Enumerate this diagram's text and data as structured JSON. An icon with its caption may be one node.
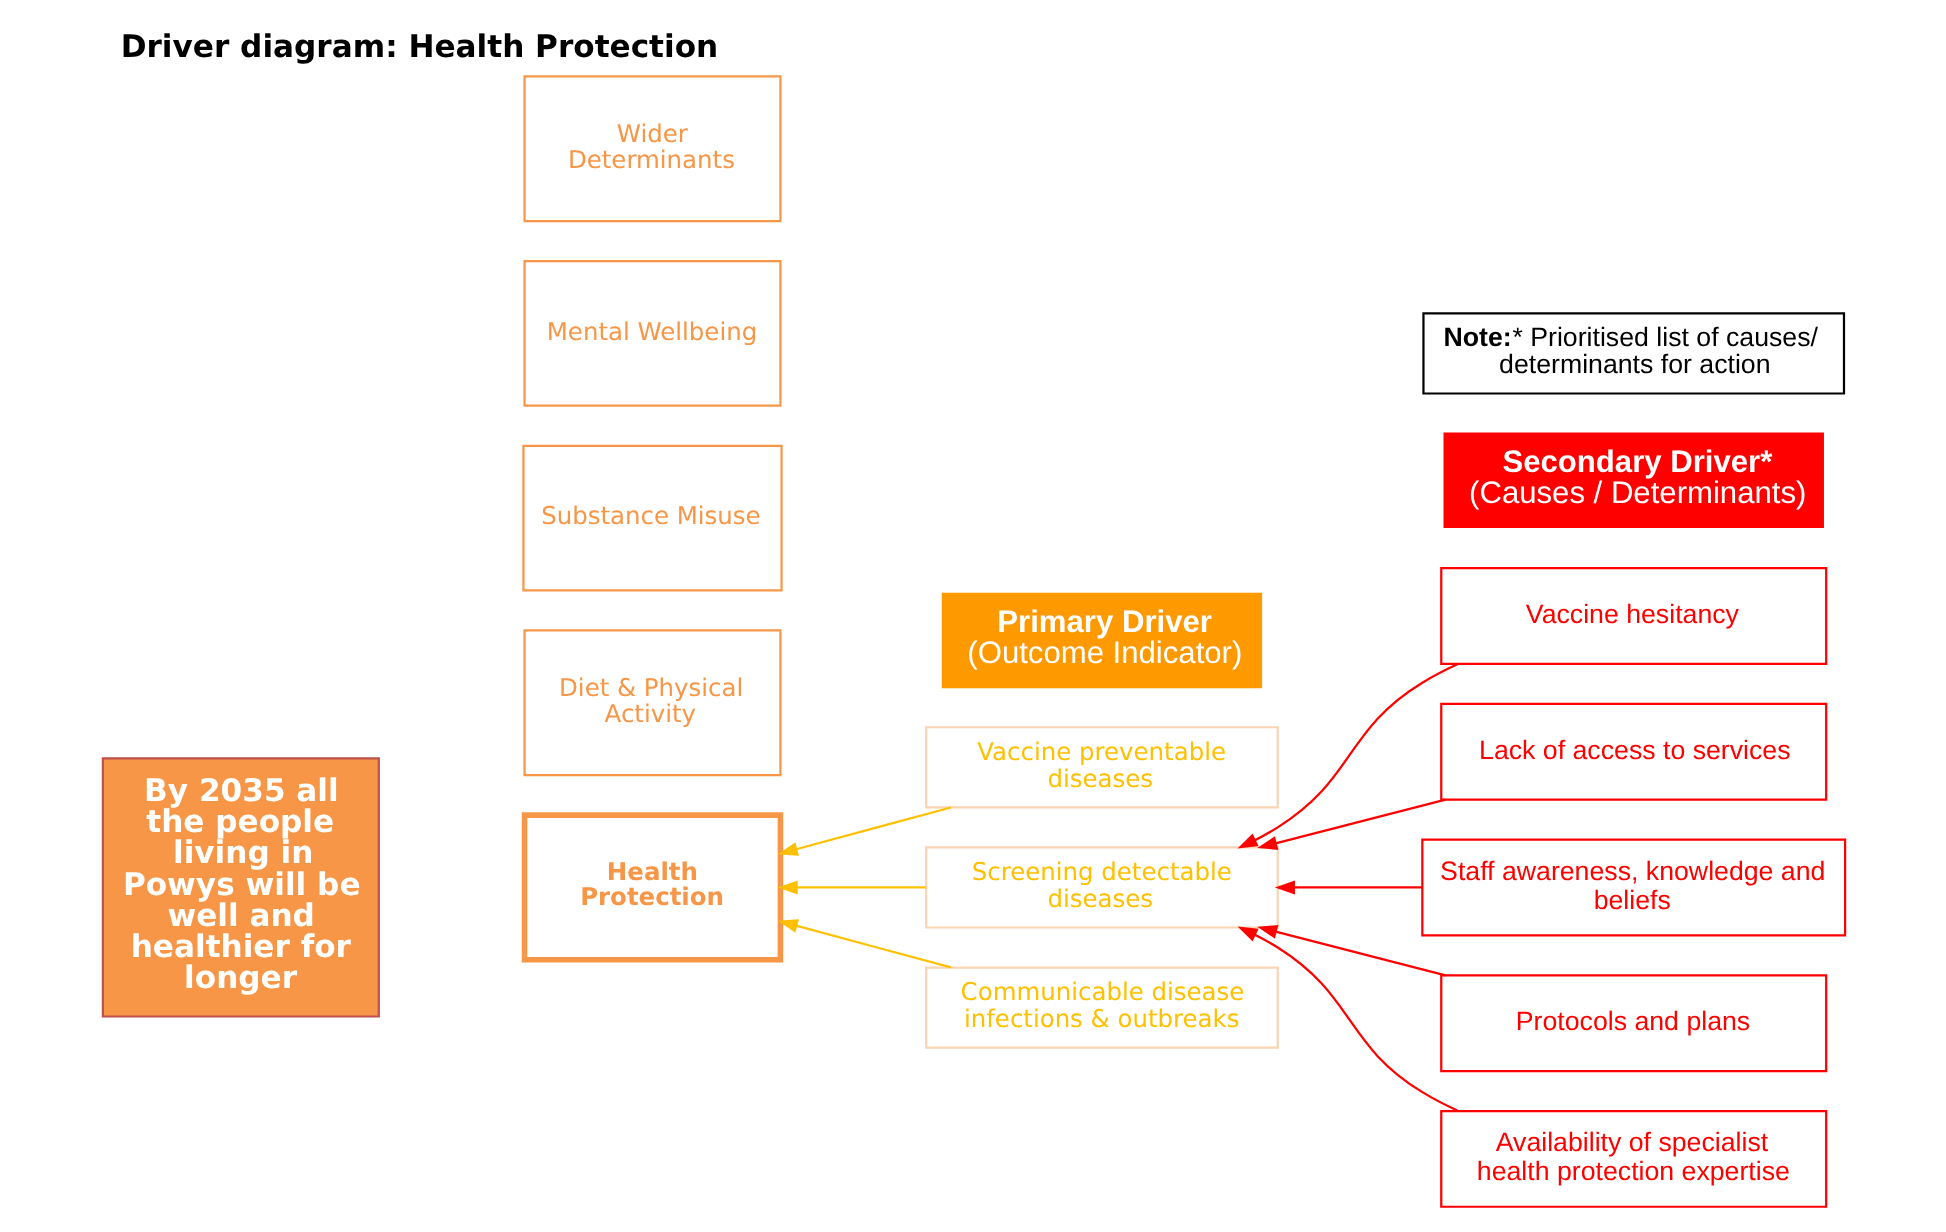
{
  "diagram": {
    "title": "Driver diagram: Health Protection",
    "nodes": [
      {
        "text": [
          "By 2035 all the people living in Powys will be well and healthier for longer"
        ]
      },
      {
        "text": [
          "Diet & Physical Activity"
        ]
      },
      {
        "text": [
          "Substance Misuse"
        ]
      },
      {
        "text": [
          "Health Protection"
        ]
      },
      {
        "text": [
          "Mental Wellbeing"
        ]
      },
      {
        "text": [
          "Wider Determinants"
        ]
      },
      {
        "text": [
          "Primary Driver",
          "(Outcome Indicator)"
        ]
      },
      {
        "text": [
          "Secondary Driver*",
          "(Causes / Determinants)"
        ]
      },
      {
        "text": [
          "Vaccine preventable diseases"
        ]
      },
      {
        "text": [
          "Screening detectable diseases"
        ]
      },
      {
        "text": [
          "Communicable disease infections & outbreaks"
        ]
      },
      {
        "text": [
          "Vaccine hesitancy"
        ]
      },
      {
        "text": [
          "Lack of access to services"
        ]
      },
      {
        "text": [
          "Staff awareness, knowledge and beliefs"
        ]
      },
      {
        "text": [
          "Protocols and plans"
        ]
      },
      {
        "text": [
          "Availability of specialist health protection expertise"
        ]
      },
      {
        "text": [
          "Note:",
          "* Prioritised list of causes/ determinants for action"
        ]
      }
    ],
    "edges": [
      {
        "from": 8,
        "to": 3,
        "arrow": "to",
        "color": "#ffc000"
      },
      {
        "from": 9,
        "to": 3,
        "arrow": "to",
        "color": "#ffc000"
      },
      {
        "from": 10,
        "to": 3,
        "arrow": "to",
        "color": "#ffc000"
      },
      {
        "from": 11,
        "to": 9,
        "arrow": "to"
      },
      {
        "from": 12,
        "to": 9,
        "arrow": "to"
      },
      {
        "from": 13,
        "to": 9,
        "arrow": "to"
      },
      {
        "from": 14,
        "to": 9,
        "arrow": "to"
      },
      {
        "from": 15,
        "to": 9,
        "arrow": "to"
      }
    ]
  }
}
